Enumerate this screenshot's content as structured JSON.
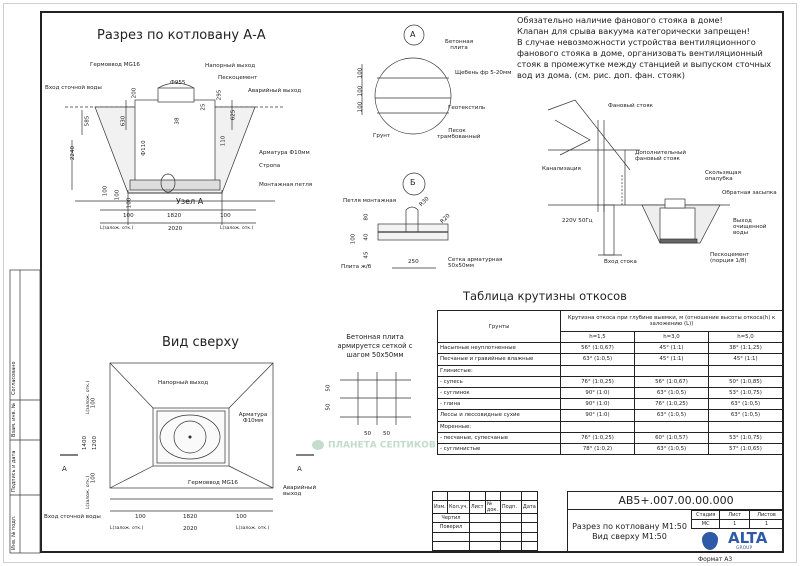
{
  "section_view": {
    "title": "Разрез по котловану А-А",
    "labels": {
      "germovvod": "Гермоввод MG16",
      "napornyi": "Напорный выход",
      "peskocement": "Пескоцемент",
      "inlet": "Вход сточной воды",
      "avariyny": "Аварийный выход",
      "armatura": "Арматура Ф10мм",
      "stropa": "Стропа",
      "petlya": "Монтажная петля",
      "uzel": "Узел А"
    },
    "dims": {
      "d955": "Ф955",
      "d200": "200",
      "d585": "585",
      "d630": "630",
      "d2240": "2240",
      "d110": "Ф110",
      "d38": "38",
      "d25": "25",
      "d295": "295",
      "d625": "625",
      "d110b": "110",
      "d100a": "100",
      "d100b": "100",
      "d100c": "100",
      "w100l": "100",
      "w1820": "1820",
      "w100r": "100",
      "w2020": "2020",
      "l_left": "L(залож. отк.)",
      "l_right": "L(залож. отк.)"
    }
  },
  "node_a": {
    "marker": "А",
    "labels": {
      "plita": "Бетонная плита",
      "scheben": "Щебень фр 5-20мм",
      "geotextil": "Геотекстиль",
      "grunt": "Грунт",
      "pesok": "Песок трамбованный"
    },
    "dims": [
      "100",
      "100",
      "100"
    ]
  },
  "node_b": {
    "marker": "Б",
    "labels": {
      "petlya": "Петля монтажная",
      "plita": "Плита ж/б",
      "setka": "Сетка арматурная 50х50мм"
    },
    "dims": {
      "r30": "R30",
      "r20": "R20",
      "h80": "80",
      "h100": "100",
      "h40": "40",
      "h45": "45",
      "w250": "250"
    }
  },
  "notice": [
    "Обязательно наличие фанового стояка в доме!",
    "Клапан для срыва вакуума категорически запрещен!",
    "В случае невозможности устройства вентиляционного",
    "фанового стояка в доме, организовать вентиляционный",
    "стояк в промежутке между станцией и выпуском сточных",
    "вод из дома. (см. рис. доп. фан. стояк)"
  ],
  "house_diagram": {
    "fanovy": "Фановый стояк",
    "dop_fanovy": "Дополнительный фановый стояк",
    "kanalizaciya": "Канализация",
    "power": "220V 50Гц",
    "vhod_stoka": "Вход стока",
    "opalubka": "Скользящая опалубка",
    "zasypka": "Обратная засыпка",
    "vyhod": "Выход очищенной воды",
    "peskocement": "Пескоцемент (порция 1/8)"
  },
  "top_view": {
    "title": "Вид сверху",
    "labels": {
      "napornyi": "Напорный выход",
      "armatura": "Арматура Ф10мм",
      "germovvod": "Гермоввод MG16",
      "avariyny": "Аварийный выход",
      "inlet": "Вход сточной воды",
      "cut_a_left": "А",
      "cut_a_right": "А"
    },
    "dims": {
      "l_top": "L(залож. отк.)",
      "l_bottom": "L(залож. отк.)",
      "h100a": "100",
      "h1400": "1400",
      "h1200": "1200",
      "h100b": "100",
      "w100l": "100",
      "w1820": "1820",
      "w100r": "100",
      "w2020": "2020",
      "l_left": "L(залож. отк.)",
      "l_right": "L(залож. отк.)"
    }
  },
  "mesh_note": {
    "text": [
      "Бетонная плита",
      "армируется сеткой с",
      "шагом 50х50мм"
    ],
    "dims": [
      "50",
      "50",
      "50",
      "50"
    ]
  },
  "watermark": "ПЛАНЕТА СЕПТИКОВ",
  "slope_table": {
    "title": "Таблица крутизны откосов",
    "col_soil": "Грунты",
    "col_group": "Крутизна откоса при глубине выемки, м (отношение высоты откоса(h) к заложению (L))",
    "depths": [
      "h=1,5",
      "h=3,0",
      "h=5,0"
    ],
    "rows": [
      [
        "Насыпные неуплотненные",
        "56° (1:0,67)",
        "45° (1:1)",
        "38° (1:1,25)"
      ],
      [
        "Песчаные и гравийные влажные",
        "63° (1:0,5)",
        "45° (1:1)",
        "45° (1:1)"
      ],
      [
        "Глинистые:",
        "",
        "",
        ""
      ],
      [
        "- супесь",
        "76° (1:0,25)",
        "56° (1:0,67)",
        "50° (1:0,85)"
      ],
      [
        "- суглинок",
        "90° (1:0)",
        "63° (1:0,5)",
        "53° (1:0,75)"
      ],
      [
        "- глина",
        "90° (1:0)",
        "76° (1:0,25)",
        "63° (1:0,5)"
      ],
      [
        "Лессы и лессовидные сухие",
        "90° (1:0)",
        "63° (1:0,5)",
        "63° (1:0,5)"
      ],
      [
        "Моренные:",
        "",
        "",
        ""
      ],
      [
        "- песчаные, супесчаные",
        "76° (1:0,25)",
        "60° (1:0,57)",
        "53° (1:0,75)"
      ],
      [
        "- суглинистые",
        "78° (1:0,2)",
        "63° (1:0,5)",
        "57° (1:0,65)"
      ]
    ]
  },
  "stamp": {
    "code": "АВ5+.007.00.00.000",
    "headers": [
      "Изм.",
      "Кол.уч.",
      "Лист",
      "№ док.",
      "Подп.",
      "Дата"
    ],
    "drew": "Чертил",
    "checked": "Поверил",
    "name_line1": "Разрез по котловану М1:50",
    "name_line2": "Вид сверху М1:50",
    "stage_h": "Стадия",
    "sheet_h": "Лист",
    "sheets_h": "Листов",
    "stage": "МС",
    "sheet": "1",
    "sheets": "1",
    "brand": "ALTA",
    "brand_sub": "GROUP",
    "format": "Формат А3",
    "brand_color": "#2f5aa8"
  },
  "side_strip": {
    "agreed": "Согласовано",
    "vzam": "Взам. инв. №",
    "podp": "Подпись и дата",
    "inv": "Инв. № подл."
  }
}
